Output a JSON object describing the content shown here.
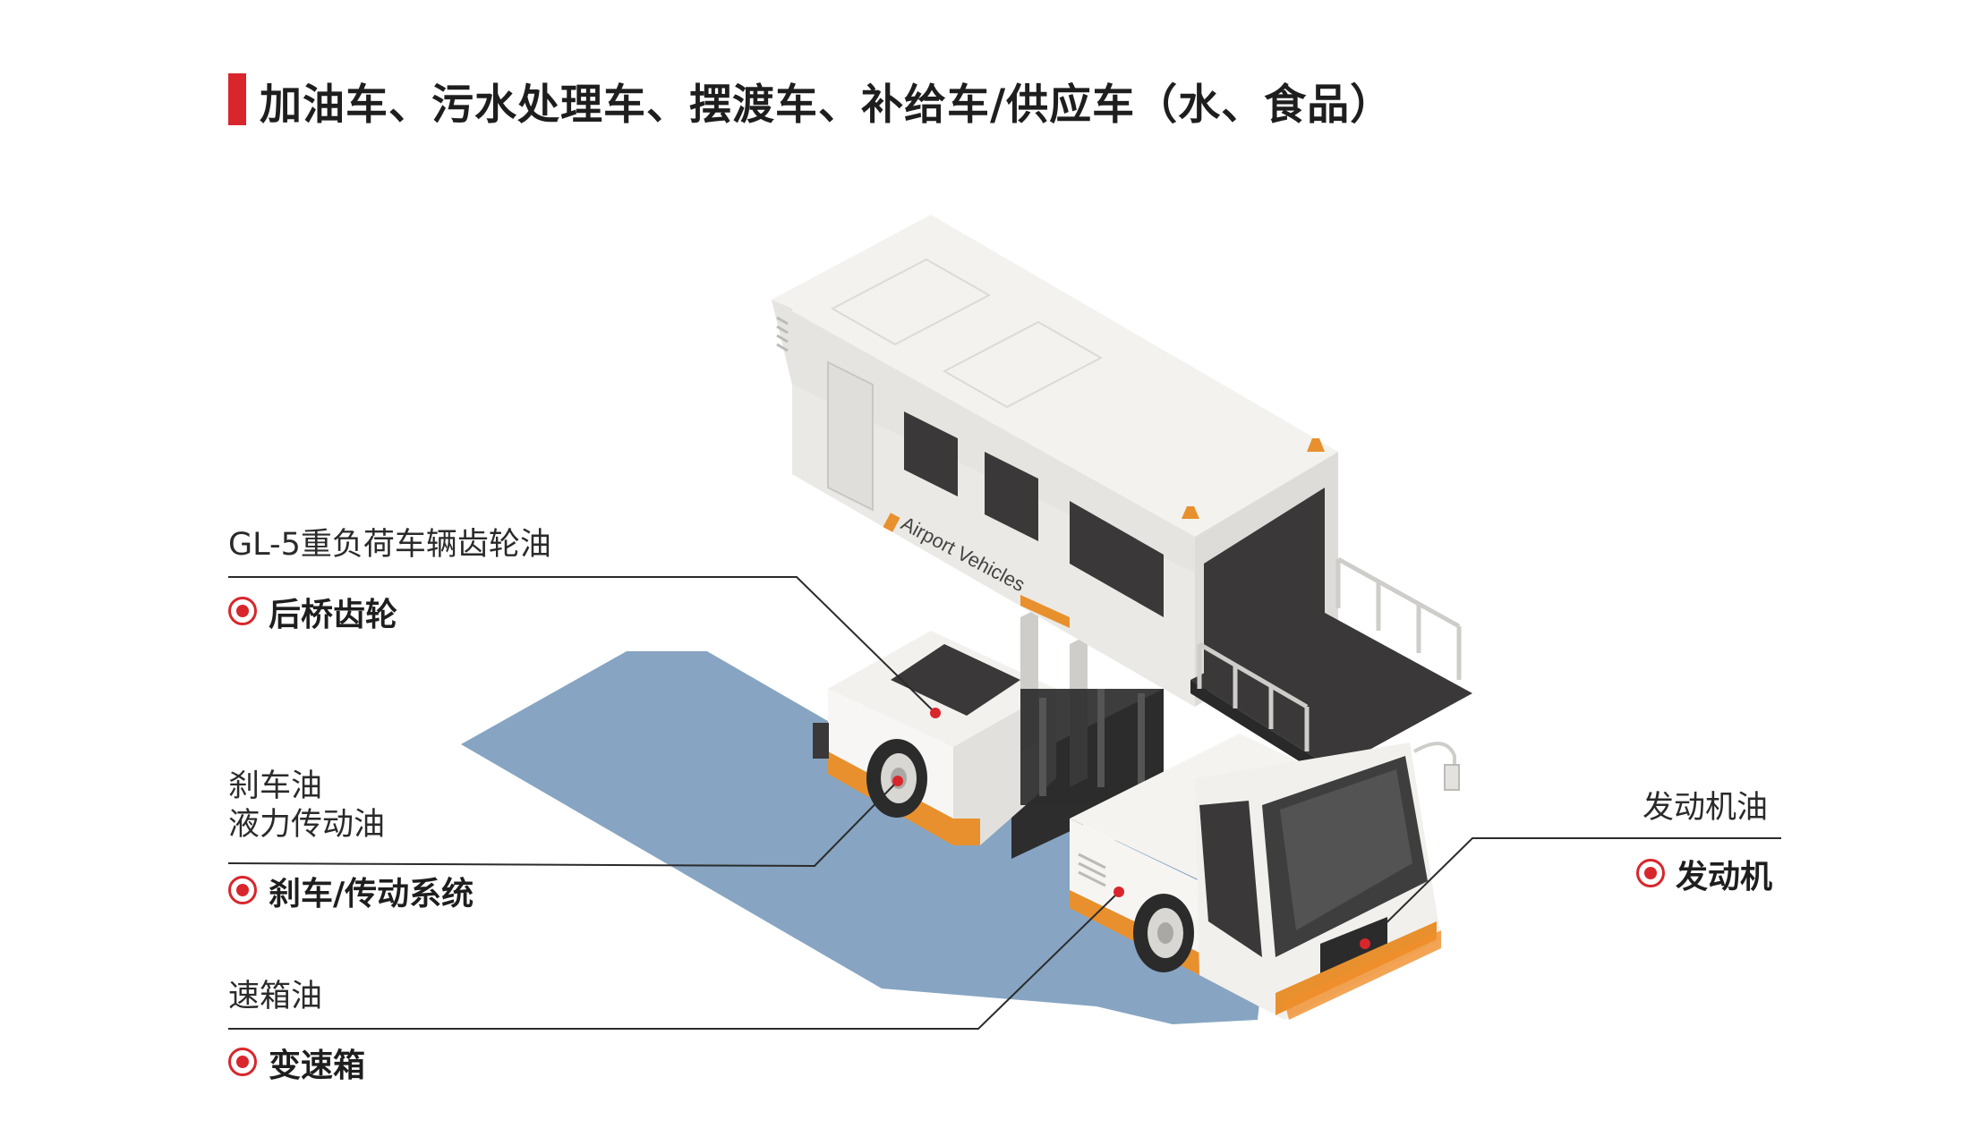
{
  "header": {
    "title": "加油车、污水处理车、摆渡车、补给车/供应车（水、食品）"
  },
  "vehicle": {
    "body_text": "Airport Vehicles"
  },
  "callouts": [
    {
      "oil": "GL-5重负荷车辆齿轮油",
      "part": "后桥齿轮"
    },
    {
      "oil": "刹车油\n液力传动油",
      "part": "刹车/传动系统"
    },
    {
      "oil": "速箱油",
      "part": "变速箱"
    },
    {
      "oil": "发动机油",
      "part": "发动机"
    }
  ],
  "colors": {
    "accent": "#d9262c",
    "shadow": "#87a5c2",
    "vehicle_body": "#efeeeb",
    "dark": "#3a3838",
    "orange": "#e8902d"
  }
}
